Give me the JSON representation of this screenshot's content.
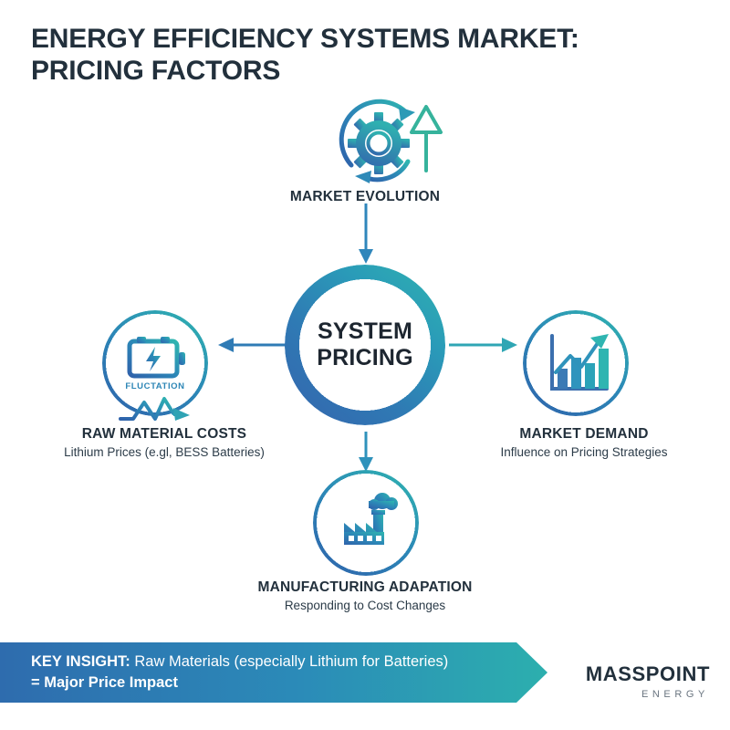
{
  "title": {
    "line1": "ENERGY EFFICIENCY SYSTEMS MARKET:",
    "line2": "PRICING FACTORS"
  },
  "hub": {
    "line1": "SYSTEM",
    "line2": "PRICING",
    "gradient_from": "#3465ae",
    "gradient_to": "#2fb3b0"
  },
  "nodes": {
    "evolution": {
      "title": "MARKET EVOLUTION",
      "subtitle": "",
      "icon": "gear-cycle-arrow-icon"
    },
    "raw_material": {
      "title": "RAW MATERIAL COSTS",
      "subtitle": "Lithium Prices (e.gl, BESS Batteries)",
      "icon": "battery-fluctuation-icon",
      "icon_caption": "FLUCTATION"
    },
    "market_demand": {
      "title": "MARKET DEMAND",
      "subtitle": "Influence on Pricing Strategies",
      "icon": "growth-bar-chart-icon"
    },
    "manufacturing": {
      "title": "MANUFACTURING ADAPATION",
      "subtitle": "Responding to Cost Changes",
      "icon": "factory-icon"
    }
  },
  "connectors": {
    "top": "arrow-down-to-hub",
    "left": "arrow-left-from-hub",
    "right": "arrow-right-from-hub",
    "bottom": "arrow-down-from-hub"
  },
  "banner": {
    "label": "KEY INSIGHT:",
    "text_line1": " Raw Materials (especially Lithium for Batteries)",
    "text_line2": "= Major Price Impact",
    "gradient_from": "#2e6cae",
    "gradient_to": "#2cafae"
  },
  "logo": {
    "name": "MASSPOINT",
    "tagline": "ENERGY"
  },
  "theme": {
    "ink": "#22303c",
    "blue": "#2e6cae",
    "teal": "#2cafae"
  }
}
